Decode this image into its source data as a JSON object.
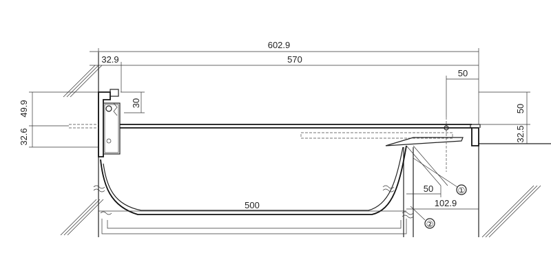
{
  "dimensions": {
    "overall_width": "602.9",
    "left_offset": "32.9",
    "span": "570",
    "right_top_width": "50",
    "left_height_top": "49.9",
    "left_height_bottom": "32.6",
    "inner_height": "30",
    "right_height_top": "50",
    "right_height_bottom": "32.5",
    "inner_width": "500",
    "small_width": "50",
    "right_offset": "102.9"
  },
  "callouts": {
    "first": "①",
    "second": "②"
  }
}
